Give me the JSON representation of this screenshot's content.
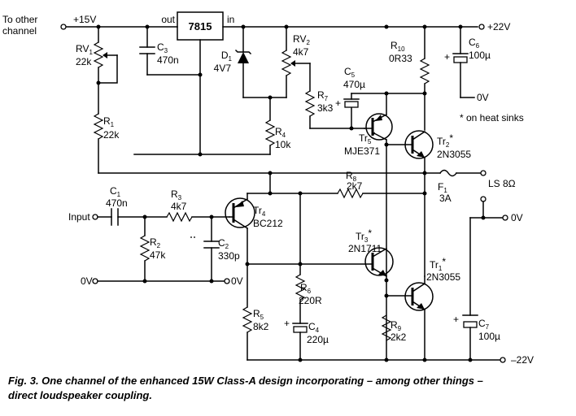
{
  "title": "",
  "nodes": {
    "to_other_channel": [
      "To other",
      "channel"
    ],
    "plus15": "+15V",
    "plus22": "+22V",
    "minus22": "–22V",
    "zero_top": "0V",
    "zero_left": "0V",
    "zero_mid": "0V",
    "zero_right": "0V",
    "input": "Input",
    "ls": "LS 8Ω",
    "heatsink_note": "* on heat sinks"
  },
  "regulator": {
    "name": "7815",
    "out": "out",
    "in": "in"
  },
  "components": [
    {
      "ref": "RV",
      "sub": "1",
      "value": "22k"
    },
    {
      "ref": "C",
      "sub": "3",
      "value": "470n"
    },
    {
      "ref": "R",
      "sub": "1",
      "value": "22k"
    },
    {
      "ref": "D",
      "sub": "1",
      "value": "4V7"
    },
    {
      "ref": "RV",
      "sub": "2",
      "value": "4k7"
    },
    {
      "ref": "R",
      "sub": "4",
      "value": "10k"
    },
    {
      "ref": "R",
      "sub": "7",
      "value": "3k3"
    },
    {
      "ref": "C",
      "sub": "5",
      "value": "470µ"
    },
    {
      "ref": "R",
      "sub": "10",
      "value": "0R33"
    },
    {
      "ref": "C",
      "sub": "6",
      "value": "100µ"
    },
    {
      "ref": "Tr",
      "sub": "5",
      "value": "MJE371",
      "star": "*"
    },
    {
      "ref": "Tr",
      "sub": "2",
      "value": "2N3055",
      "star": "*"
    },
    {
      "ref": "C",
      "sub": "1",
      "value": "470n"
    },
    {
      "ref": "R",
      "sub": "3",
      "value": "4k7"
    },
    {
      "ref": "Tr",
      "sub": "4",
      "value": "BC212"
    },
    {
      "ref": "R",
      "sub": "8",
      "value": "2k7"
    },
    {
      "ref": "F",
      "sub": "1",
      "value": "3A"
    },
    {
      "ref": "R",
      "sub": "2",
      "value": "47k"
    },
    {
      "ref": "C",
      "sub": "2",
      "value": "330p"
    },
    {
      "ref": "Tr",
      "sub": "3",
      "value": "2N1711",
      "star": "*"
    },
    {
      "ref": "Tr",
      "sub": "1",
      "value": "2N3055",
      "star": "*"
    },
    {
      "ref": "R",
      "sub": "6",
      "value": "220R"
    },
    {
      "ref": "R",
      "sub": "5",
      "value": "8k2"
    },
    {
      "ref": "C",
      "sub": "4",
      "value": "220µ"
    },
    {
      "ref": "R",
      "sub": "9",
      "value": "2k2"
    },
    {
      "ref": "C",
      "sub": "7",
      "value": "100µ"
    }
  ],
  "caption": [
    "Fig. 3. One channel of the enhanced 15W Class-A design incorporating – among other things –",
    "direct loudspeaker coupling."
  ]
}
